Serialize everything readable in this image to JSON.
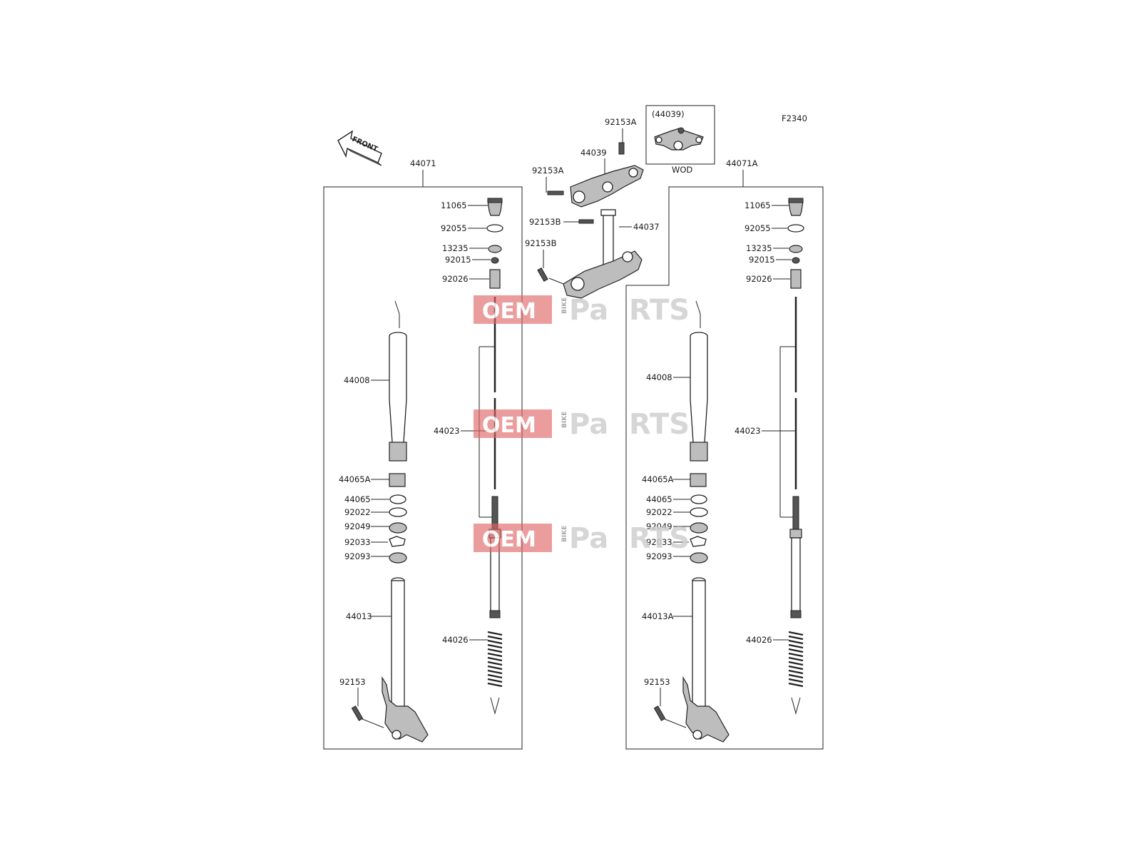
{
  "figure_code": "F2340",
  "front_arrow_label": "FRONT",
  "inset": {
    "part": "(44039)",
    "variant": "WOD"
  },
  "center_labels": {
    "top_bracket_bolt_upper": "92153A",
    "top_bracket": "44039",
    "top_bracket_bolt_left": "92153A",
    "stem_bolt_upper": "92153B",
    "stem": "44037",
    "stem_bolt_lower": "92153B"
  },
  "left_fork": {
    "assembly": "44071",
    "labels": {
      "cap": "11065",
      "oring": "92055",
      "nut": "13235",
      "nut_small": "92015",
      "spacer": "92026",
      "outer_tube": "44008",
      "rod": "44023",
      "bushing_a": "44065A",
      "bushing": "44065",
      "washer": "92022",
      "seal": "92049",
      "clip": "92033",
      "dust_seal": "92093",
      "inner_tube": "44013",
      "spring": "44026",
      "axle_bolt": "92153"
    }
  },
  "right_fork": {
    "assembly": "44071A",
    "labels": {
      "cap": "11065",
      "oring": "92055",
      "nut": "13235",
      "nut_small": "92015",
      "spacer": "92026",
      "outer_tube": "44008",
      "rod": "44023",
      "bushing_a": "44065A",
      "bushing": "44065",
      "washer": "92022",
      "seal": "92049",
      "clip": "92033",
      "dust_seal": "92093",
      "inner_tube": "44013A",
      "spring": "44026",
      "axle_bolt": "92153"
    }
  },
  "watermark": {
    "oem": "OEM",
    "bike": "BIKE",
    "pa": "Pa",
    "rts": "RTS"
  }
}
